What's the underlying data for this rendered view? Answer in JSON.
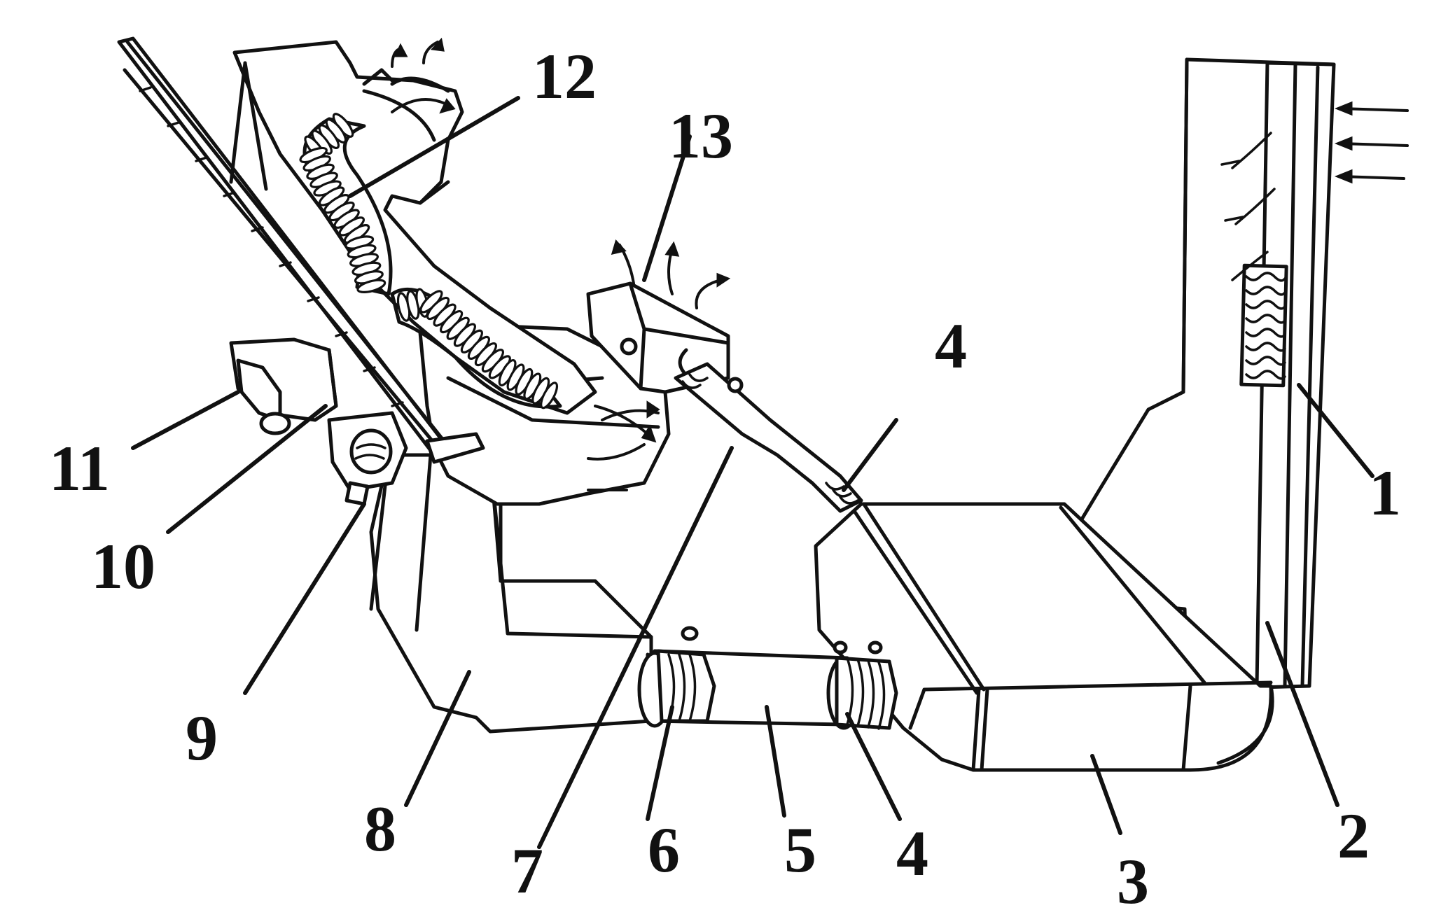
{
  "labels": {
    "l1": "1",
    "l2": "2",
    "l3": "3",
    "l4a": "4",
    "l4b": "4",
    "l5": "5",
    "l6": "6",
    "l7": "7",
    "l8": "8",
    "l9": "9",
    "l10": "10",
    "l11": "11",
    "l12": "12",
    "l13": "13"
  },
  "colors": {
    "ink": "#111111",
    "background": "#ffffff"
  }
}
